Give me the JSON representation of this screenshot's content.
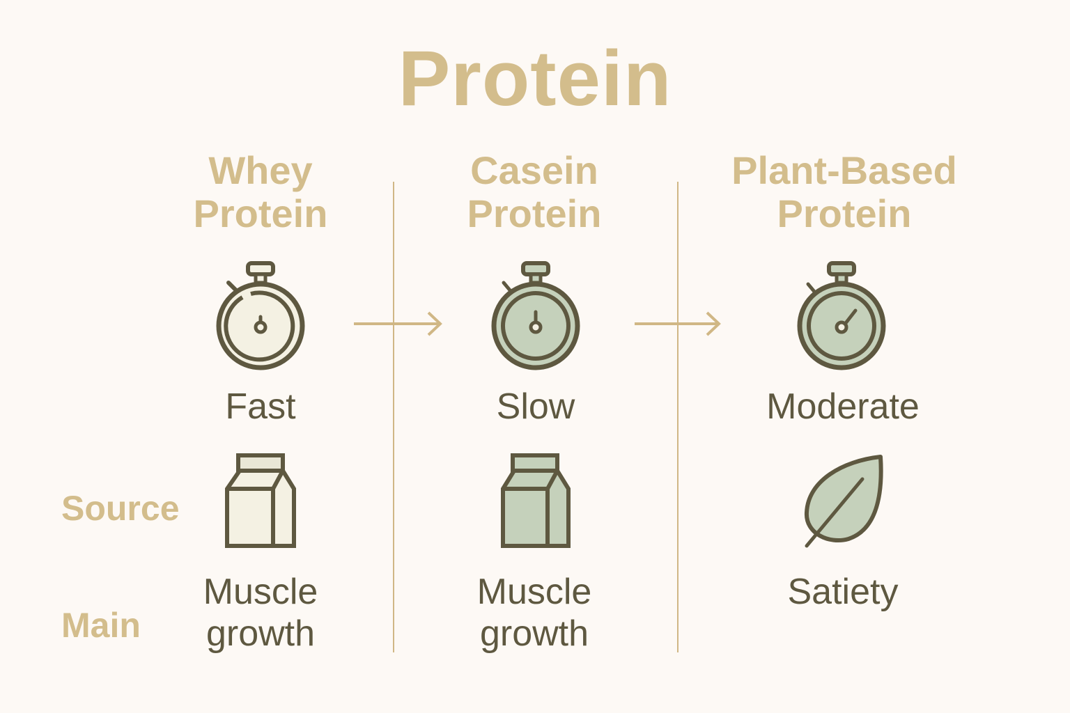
{
  "title": "Protein",
  "colors": {
    "background": "#fdf9f5",
    "accent_gold": "#d3bd8c",
    "text_dark": "#5e5840",
    "icon_stroke": "#5e5840",
    "fill_light": "#f4f1e3",
    "fill_sage": "#c5d1bb"
  },
  "row_labels": {
    "source": "Source",
    "main": "Main"
  },
  "columns": [
    {
      "heading_line1": "Whey",
      "heading_line2": "Protein",
      "digestion_icon": "stopwatch-icon",
      "digestion_speed": "Fast",
      "source_icon": "milk-carton-icon",
      "benefit_line1": "Muscle",
      "benefit_line2": "growth"
    },
    {
      "heading_line1": "Casein",
      "heading_line2": "Protein",
      "digestion_icon": "stopwatch-icon",
      "digestion_speed": "Slow",
      "source_icon": "milk-carton-icon",
      "benefit_line1": "Muscle",
      "benefit_line2": "growth"
    },
    {
      "heading_line1": "Plant-Based",
      "heading_line2": "Protein",
      "digestion_icon": "stopwatch-icon",
      "digestion_speed": "Moderate",
      "source_icon": "leaf-icon",
      "benefit_line1": "Satiety",
      "benefit_line2": ""
    }
  ],
  "arrows": [
    {
      "from": "Whey Protein",
      "to": "Casein Protein",
      "icon": "arrow-right-icon"
    },
    {
      "from": "Casein Protein",
      "to": "Plant-Based Protein",
      "icon": "arrow-right-icon"
    }
  ]
}
